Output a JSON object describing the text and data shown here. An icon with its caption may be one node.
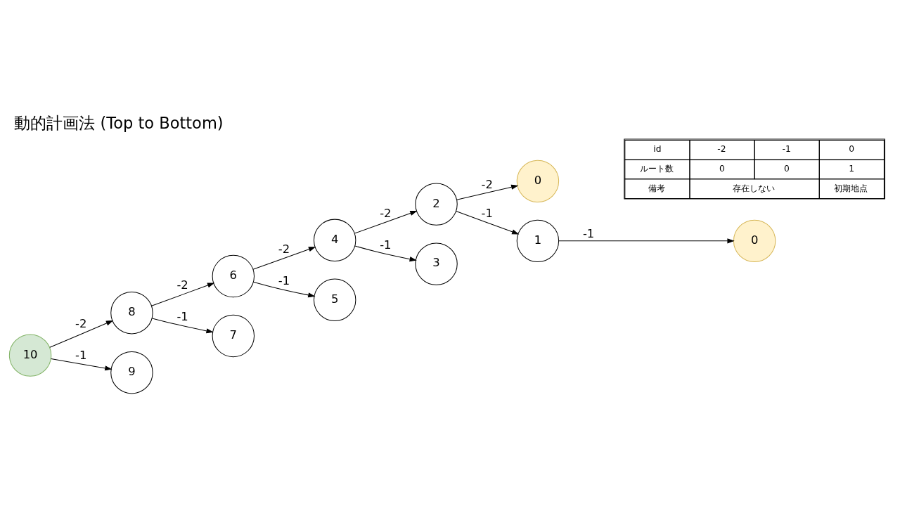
{
  "diagram": {
    "title": "動的計画法 (Top to Bottom)",
    "nodes": [
      {
        "text": [
          "10"
        ]
      },
      {
        "text": [
          "8"
        ]
      },
      {
        "text": [
          "9"
        ]
      },
      {
        "text": [
          "6"
        ]
      },
      {
        "text": [
          "7"
        ]
      },
      {
        "text": [
          "4"
        ]
      },
      {
        "text": [
          "5"
        ]
      },
      {
        "text": [
          "2"
        ]
      },
      {
        "text": [
          "3"
        ]
      },
      {
        "text": [
          "0"
        ]
      },
      {
        "text": [
          "1"
        ]
      },
      {
        "text": [
          "0"
        ]
      }
    ],
    "edges": [
      {
        "from": 0,
        "to": 1,
        "arrow": "to",
        "label": "-2"
      },
      {
        "from": 0,
        "to": 2,
        "arrow": "to",
        "label": "-1"
      },
      {
        "from": 1,
        "to": 3,
        "arrow": "to",
        "label": "-2"
      },
      {
        "from": 1,
        "to": 4,
        "arrow": "to",
        "label": "-1"
      },
      {
        "from": 3,
        "to": 5,
        "arrow": "to",
        "label": "-2"
      },
      {
        "from": 3,
        "to": 6,
        "arrow": "to",
        "label": "-1"
      },
      {
        "from": 5,
        "to": 7,
        "arrow": "to",
        "label": "-2"
      },
      {
        "from": 5,
        "to": 8,
        "arrow": "to",
        "label": "-1"
      },
      {
        "from": 7,
        "to": 9,
        "arrow": "to",
        "label": "-2"
      },
      {
        "from": 7,
        "to": 10,
        "arrow": "to",
        "label": "-1"
      },
      {
        "from": 10,
        "to": 11,
        "arrow": "to",
        "label": "-1"
      }
    ],
    "labels": [
      "id",
      "-2",
      "-1",
      "0",
      "ルート数",
      "0",
      "0",
      "1",
      "備考",
      "存在しない",
      "初期地点"
    ]
  }
}
